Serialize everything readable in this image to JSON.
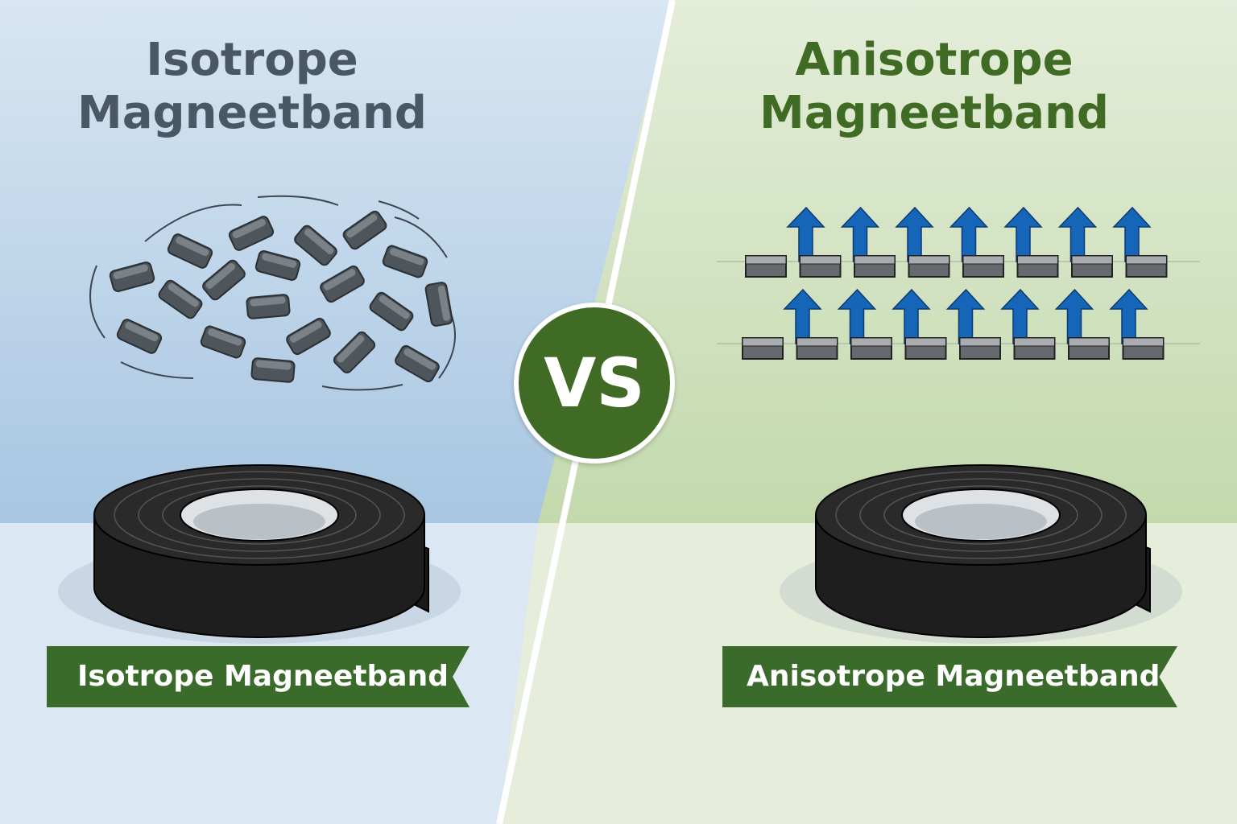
{
  "left": {
    "title_line1": "Isotrope",
    "title_line2": "Magneetband",
    "banner": "Isotrope Magneetband"
  },
  "right": {
    "title_line1": "Anisotrope",
    "title_line2": "Magneetband",
    "banner": "Anisotrope Magneetband"
  },
  "vs": "VS",
  "colors": {
    "green": "#3f6b25",
    "arrow_blue": "#1565b8",
    "particle_gray": "#5f666c"
  }
}
